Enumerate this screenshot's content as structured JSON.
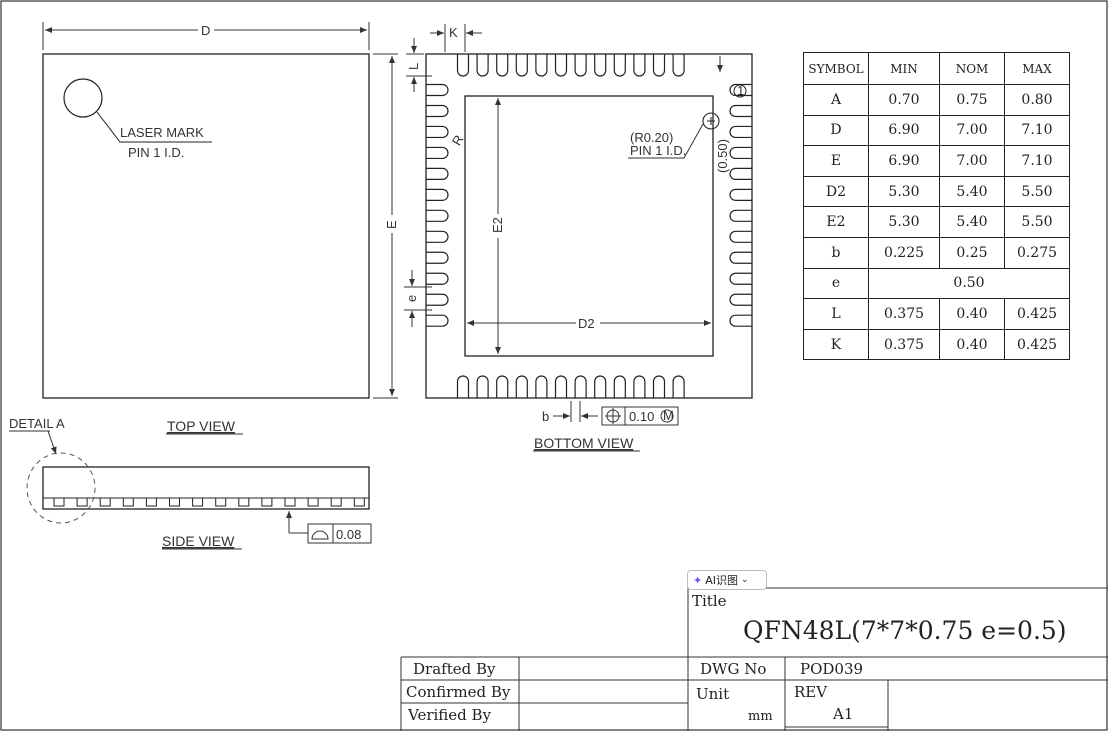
{
  "top_view": {
    "label": "TOP VIEW",
    "dim_d": "D",
    "dim_e": "E",
    "laser_mark": "LASER MARK",
    "pin1": "PIN 1 I.D."
  },
  "bottom_view": {
    "label": "BOTTOM VIEW",
    "dim_k": "K",
    "dim_l": "L",
    "dim_e_pitch": "e",
    "dim_e2": "E2",
    "dim_d2": "D2",
    "dim_b": "b",
    "radius": "R",
    "r_note": "(R0.20)",
    "pin1": "PIN 1 I.D.",
    "offset": "(0.50)",
    "pin_num": "1",
    "tol_value": "0.10",
    "tol_mod": "M"
  },
  "side_view": {
    "label": "SIDE VIEW",
    "detail": "DETAIL A",
    "tol_value": "0.08"
  },
  "spec_table": {
    "headers": [
      "SYMBOL",
      "MIN",
      "NOM",
      "MAX"
    ],
    "rows": [
      [
        "A",
        "0.70",
        "0.75",
        "0.80"
      ],
      [
        "D",
        "6.90",
        "7.00",
        "7.10"
      ],
      [
        "E",
        "6.90",
        "7.00",
        "7.10"
      ],
      [
        "D2",
        "5.30",
        "5.40",
        "5.50"
      ],
      [
        "E2",
        "5.30",
        "5.40",
        "5.50"
      ],
      [
        "b",
        "0.225",
        "0.25",
        "0.275"
      ],
      [
        "e",
        "0.50"
      ],
      [
        "L",
        "0.375",
        "0.40",
        "0.425"
      ],
      [
        "K",
        "0.375",
        "0.40",
        "0.425"
      ]
    ]
  },
  "title_block": {
    "title_label": "Title",
    "title": "QFN48L(7*7*0.75 e=0.5)",
    "drafted_by": "Drafted By",
    "confirmed_by": "Confirmed By",
    "verified_by": "Verified By",
    "dwg_no_label": "DWG No",
    "dwg_no": "POD039",
    "unit_label": "Unit",
    "unit": "mm",
    "rev_label": "REV",
    "rev": "A1"
  },
  "ai_button": {
    "label": "AI识图",
    "icon": "ai-scan-icon",
    "chevron": "chevron-down-icon"
  }
}
